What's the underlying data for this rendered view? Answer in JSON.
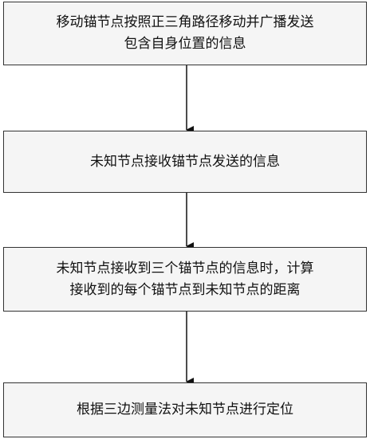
{
  "flowchart": {
    "steps": [
      {
        "line1": "移动锚节点按照正三角路径移动并广播发送",
        "line2": "包含自身位置的信息"
      },
      {
        "line1": "未知节点接收锚节点发送的信息",
        "line2": ""
      },
      {
        "line1": "未知节点接收到三个锚节点的信息时，计算",
        "line2": "接收到的每个锚节点到未知节点的距离"
      },
      {
        "line1": "根据三边测量法对未知节点进行定位",
        "line2": ""
      }
    ]
  }
}
